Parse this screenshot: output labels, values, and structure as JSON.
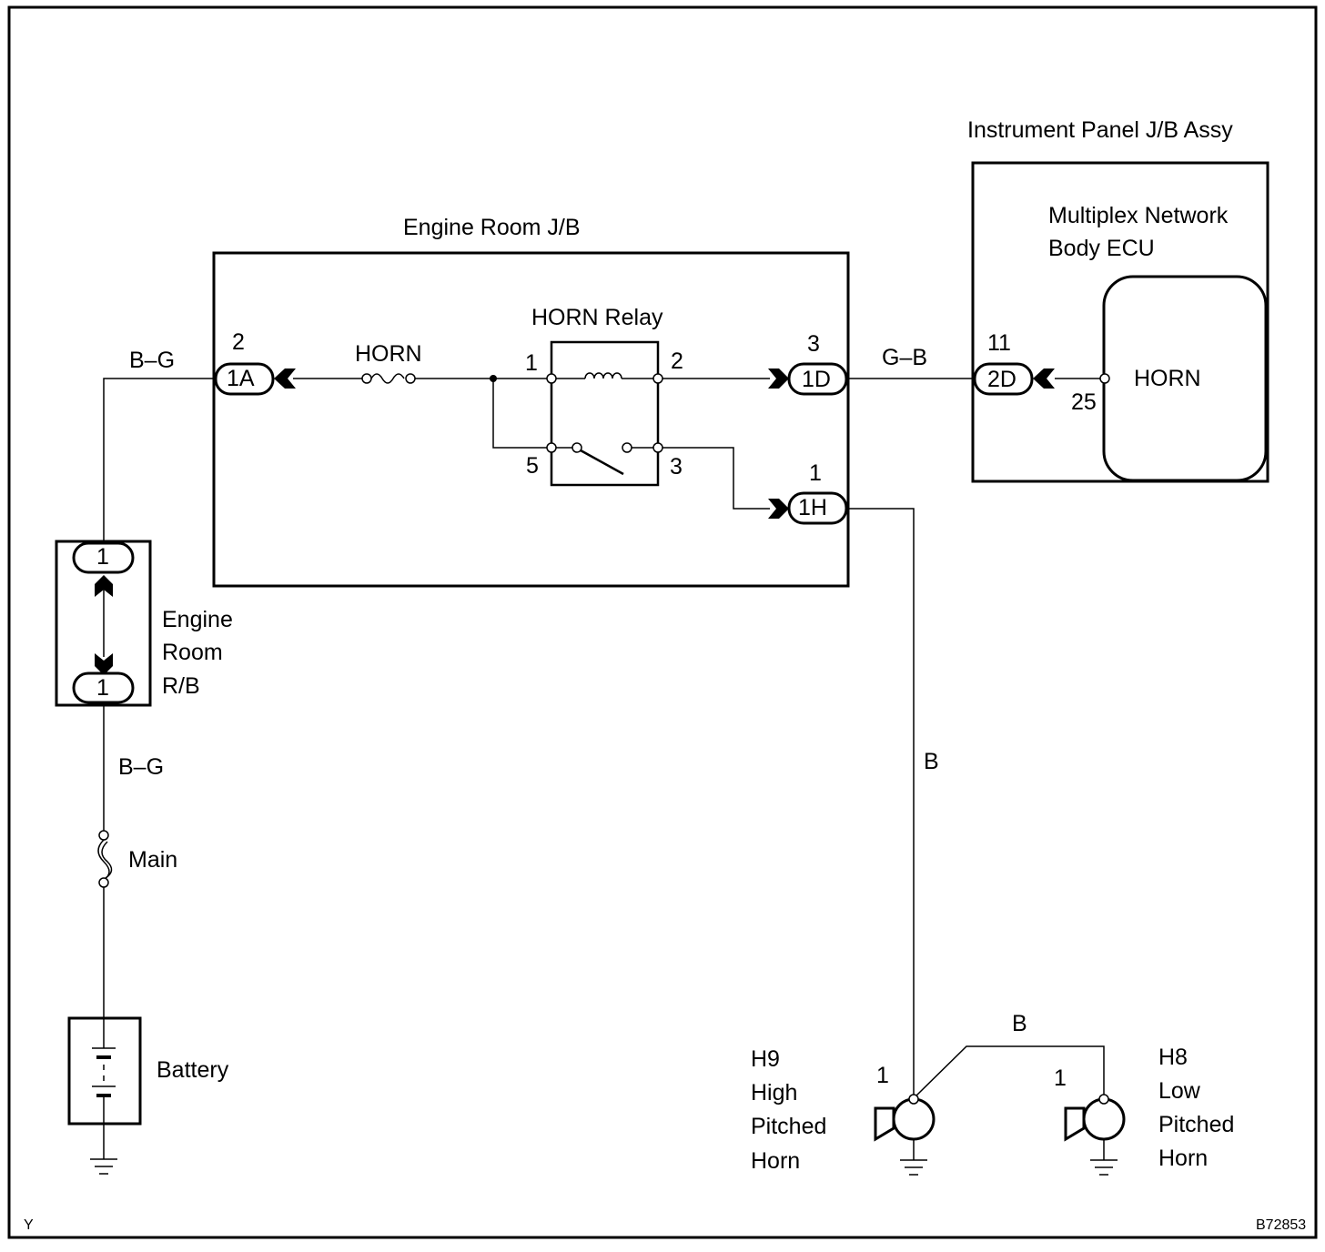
{
  "labels": {
    "instrument_panel_jb": "Instrument Panel J/B Assy",
    "multiplex_ecu_line1": "Multiplex Network",
    "multiplex_ecu_line2": "Body ECU",
    "ecu_horn": "HORN",
    "engine_room_jb": "Engine Room J/B",
    "horn_relay": "HORN Relay",
    "horn_fuse": "HORN",
    "engine_room_rb_1": "Engine",
    "engine_room_rb_2": "Room",
    "engine_room_rb_3": "R/B",
    "main_fuse": "Main",
    "battery": "Battery",
    "h9_1": "H9",
    "h9_2": "High",
    "h9_3": "Pitched",
    "h9_4": "Horn",
    "h8_1": "H8",
    "h8_2": "Low",
    "h8_3": "Pitched",
    "h8_4": "Horn",
    "corner_left": "Y",
    "corner_right": "B72853"
  },
  "wires": {
    "bg_upper": "B–G",
    "bg_lower": "B–G",
    "gb": "G–B",
    "b_vertical": "B",
    "b_horns": "B"
  },
  "connectors": {
    "c1A": "1A",
    "c1D": "1D",
    "c1H": "1H",
    "c2D": "2D",
    "rb_top": "1",
    "rb_bottom": "1"
  },
  "pins": {
    "p1A": "2",
    "p1D": "3",
    "p1H": "1",
    "p2D": "11",
    "ecu_pin": "25",
    "relay_1": "1",
    "relay_2": "2",
    "relay_3": "3",
    "relay_5": "5",
    "h9_pin": "1",
    "h8_pin": "1"
  }
}
